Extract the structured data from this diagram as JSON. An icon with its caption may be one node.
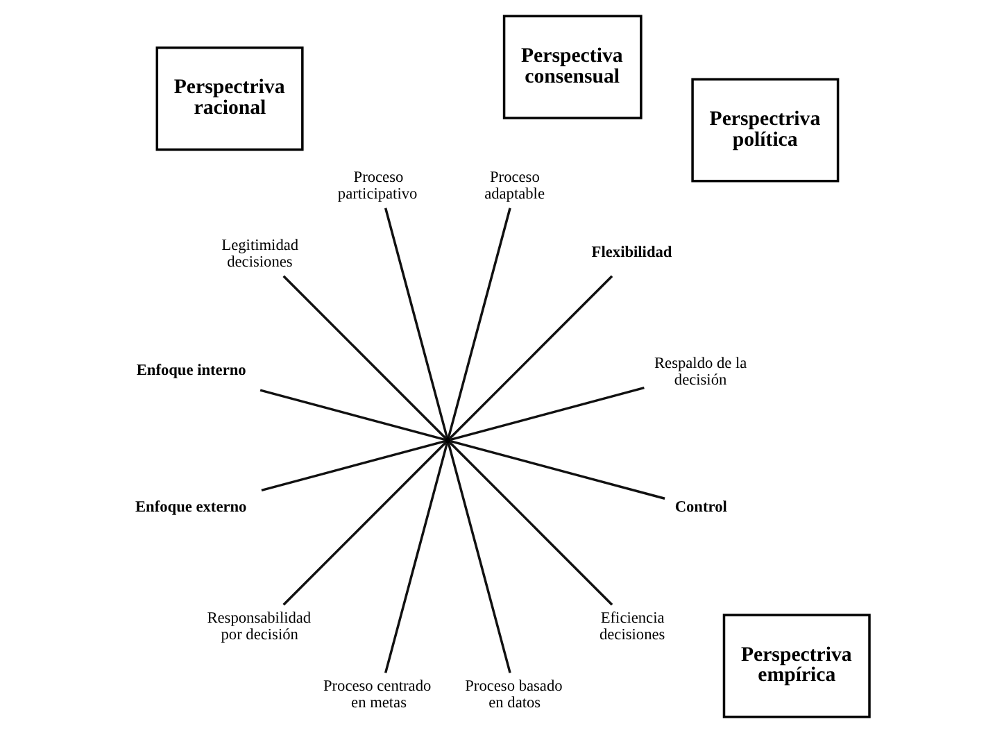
{
  "diagram": {
    "nodes": [
      {
        "text": [
          "Perspectiva consensual"
        ]
      },
      {
        "text": [
          "Respaldo de la decisión"
        ]
      },
      {
        "text": [
          "Flexibilidad"
        ]
      },
      {
        "text": [
          "Proceso adaptable"
        ]
      },
      {
        "text": [
          "Perspectriva política"
        ]
      },
      {
        "text": [
          "Proceso participativo"
        ]
      },
      {
        "text": [
          "Legitimidad decisiones"
        ]
      },
      {
        "text": [
          "Enfoque interno"
        ]
      },
      {
        "text": [],
        "shape": "point"
      },
      {
        "text": [
          "Enfoque externo"
        ]
      },
      {
        "text": [
          "Responsabilidad por decisión"
        ]
      },
      {
        "text": [
          "Proceso centrado en metas"
        ]
      },
      {
        "text": [
          "Perspectriva empírica"
        ]
      },
      {
        "text": [
          "Perspectriva racional"
        ]
      },
      {
        "text": [
          "Proceso basado en datos"
        ]
      },
      {
        "text": [
          "Eficiencia decisiones"
        ]
      },
      {
        "text": [
          "Control"
        ]
      }
    ],
    "edges": [
      {
        "from": 8,
        "to": 2,
        "arrow": "none"
      },
      {
        "from": 8,
        "to": 3,
        "arrow": "none"
      },
      {
        "from": 8,
        "to": 6,
        "arrow": "none"
      },
      {
        "from": 8,
        "to": 9,
        "arrow": "none"
      },
      {
        "from": 8,
        "to": 11,
        "arrow": "none"
      },
      {
        "from": 8,
        "to": 15,
        "arrow": "none"
      },
      {
        "from": 8,
        "to": 16,
        "arrow": "none"
      },
      {
        "from": 8,
        "to": 14,
        "arrow": "none"
      },
      {
        "from": 8,
        "to": 10,
        "arrow": "none"
      },
      {
        "from": 8,
        "to": 7,
        "arrow": "none"
      },
      {
        "from": 8,
        "to": 5,
        "arrow": "none"
      },
      {
        "from": 8,
        "to": 1,
        "arrow": "none"
      }
    ]
  }
}
